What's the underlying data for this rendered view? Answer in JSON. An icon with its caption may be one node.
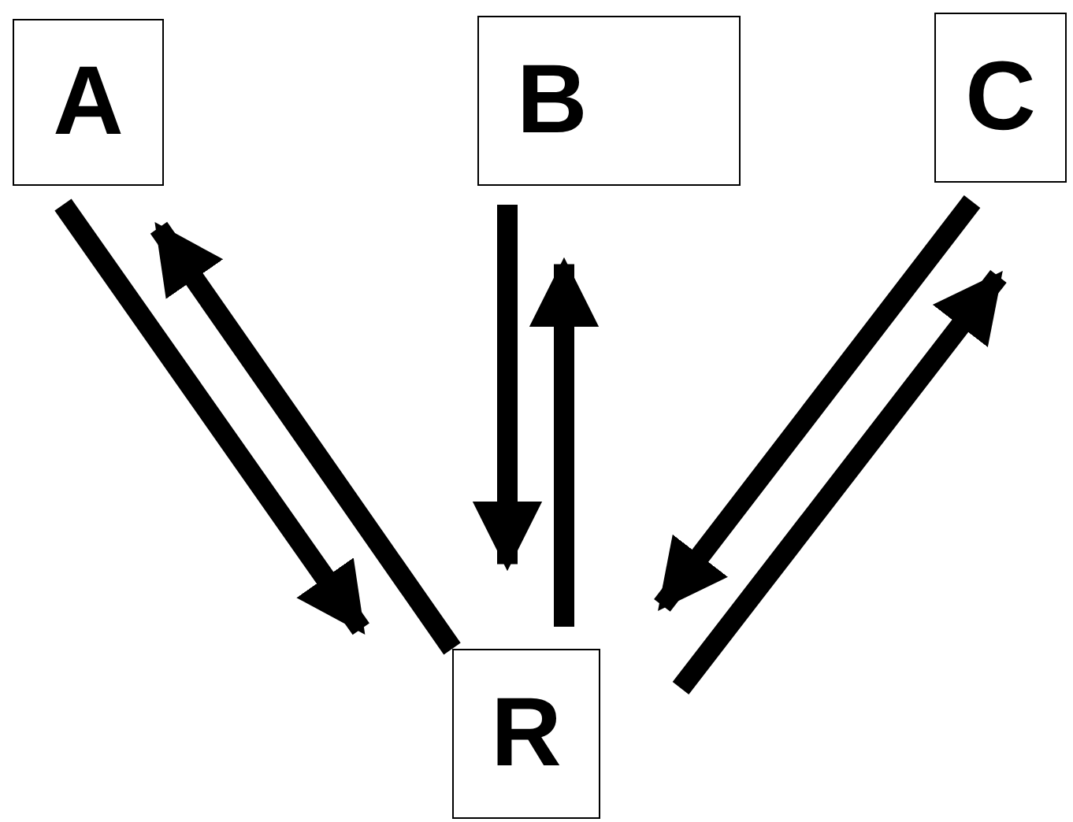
{
  "diagram": {
    "nodes": [
      {
        "text": [
          "A"
        ]
      },
      {
        "text": [
          "B"
        ]
      },
      {
        "text": [
          "C"
        ]
      },
      {
        "text": [
          "R"
        ]
      }
    ],
    "edges": [
      {
        "from": 0,
        "to": 3,
        "arrow": "to"
      },
      {
        "from": 3,
        "to": 0,
        "arrow": "to"
      },
      {
        "from": 1,
        "to": 3,
        "arrow": "to"
      },
      {
        "from": 3,
        "to": 1,
        "arrow": "to"
      },
      {
        "from": 2,
        "to": 3,
        "arrow": "to"
      },
      {
        "from": 3,
        "to": 2,
        "arrow": "to"
      }
    ]
  }
}
